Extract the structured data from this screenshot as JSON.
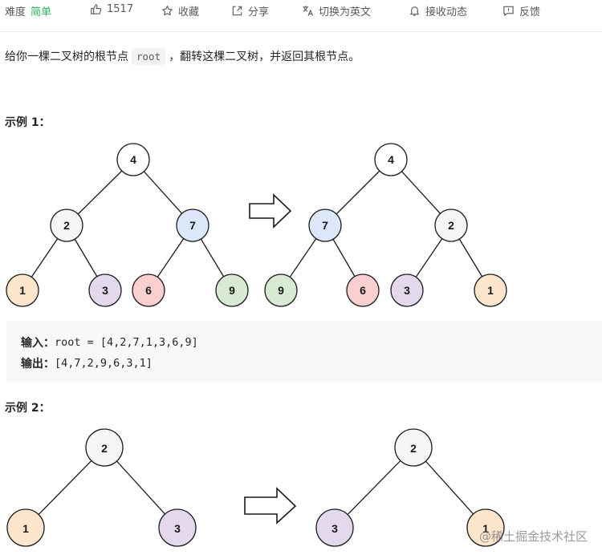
{
  "toolbar": {
    "difficulty_label": "难度",
    "difficulty_value": "简单",
    "like_count": "1517",
    "collect_label": "收藏",
    "share_label": "分享",
    "switch_lang_label": "切换为英文",
    "subscribe_label": "接收动态",
    "feedback_label": "反馈"
  },
  "description": {
    "before": "给你一棵二叉树的根节点",
    "code": "root",
    "after": "，翻转这棵二叉树，并返回其根节点。"
  },
  "example1": {
    "title": "示例 1：",
    "input_label": "输入：",
    "input_value": "root = [4,2,7,1,3,6,9]",
    "output_label": "输出：",
    "output_value": "[4,7,2,9,6,3,1]",
    "tree_before": [
      "4",
      "2",
      "7",
      "1",
      "3",
      "6",
      "9"
    ],
    "tree_after": [
      "4",
      "7",
      "2",
      "9",
      "6",
      "3",
      "1"
    ]
  },
  "example2": {
    "title": "示例 2：",
    "tree_before": [
      "2",
      "1",
      "3"
    ],
    "tree_after": [
      "2",
      "3",
      "1"
    ]
  },
  "node_colors": {
    "1": "#fde6cc",
    "2": "#f5f5f5",
    "3": "#e3d8ec",
    "4": "#ffffff",
    "6": "#f9cfd0",
    "7": "#dce7fa",
    "9": "#d8e9d4"
  },
  "watermark": "@稀土掘金技术社区"
}
